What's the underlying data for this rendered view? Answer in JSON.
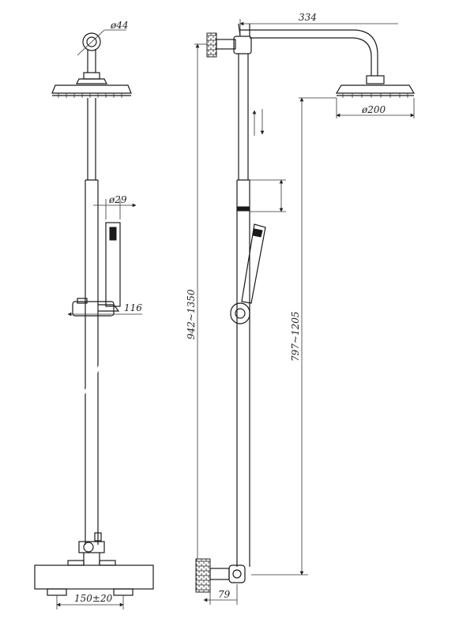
{
  "dimensions": {
    "inlet_dia": "ø44",
    "handshower_dia": "ø29",
    "handshower_projection": "116",
    "mixer_spacing": "150±20",
    "arm_length": "334",
    "head_dia": "ø200",
    "total_height": "942~1350",
    "arm_height": "797~1205",
    "wall_depth": "79"
  }
}
